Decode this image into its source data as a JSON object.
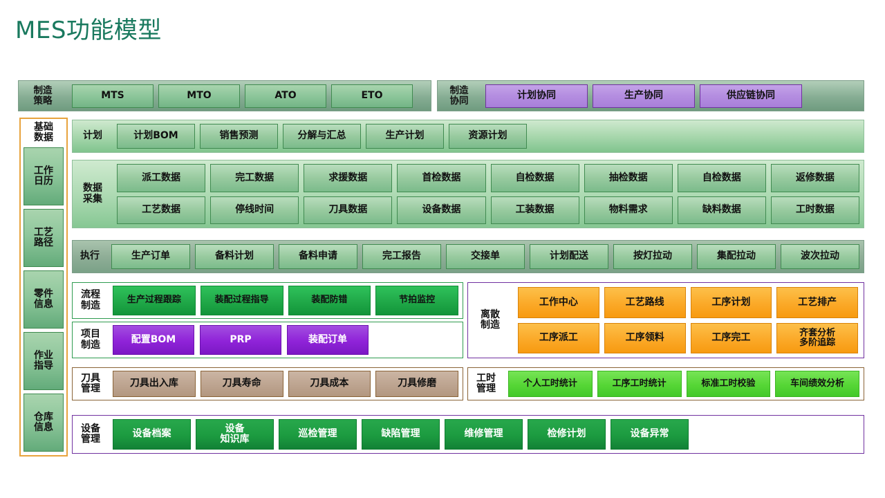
{
  "page": {
    "title": "MES功能模型",
    "title_color": "#19795e"
  },
  "strategy_band": {
    "label": "制造\n策略",
    "items": [
      {
        "label": "MTS"
      },
      {
        "label": "MTO"
      },
      {
        "label": "ATO"
      },
      {
        "label": "ETO"
      }
    ]
  },
  "collaboration_band": {
    "label": "制造\n协同",
    "items": [
      {
        "label": "计划协同"
      },
      {
        "label": "生产协同"
      },
      {
        "label": "供应链协同"
      }
    ]
  },
  "sidebar": {
    "header": "基础\n数据",
    "items": [
      {
        "label": "工作\n日历"
      },
      {
        "label": "工艺\n路径"
      },
      {
        "label": "零件\n信息"
      },
      {
        "label": "作业\n指导"
      },
      {
        "label": "仓库\n信息"
      }
    ]
  },
  "sections": {
    "plan": {
      "label": "计划",
      "rows": [
        [
          {
            "label": "计划BOM"
          },
          {
            "label": "销售预测"
          },
          {
            "label": "分解与汇总"
          },
          {
            "label": "生产计划"
          },
          {
            "label": "资源计划"
          }
        ]
      ]
    },
    "collect": {
      "label": "数据\n采集",
      "rows": [
        [
          {
            "label": "派工数据"
          },
          {
            "label": "完工数据"
          },
          {
            "label": "求援数据"
          },
          {
            "label": "首检数据"
          },
          {
            "label": "自检数据"
          },
          {
            "label": "抽检数据"
          },
          {
            "label": "自检数据"
          },
          {
            "label": "返修数据"
          }
        ],
        [
          {
            "label": "工艺数据"
          },
          {
            "label": "停线时间"
          },
          {
            "label": "刀具数据"
          },
          {
            "label": "设备数据"
          },
          {
            "label": "工装数据"
          },
          {
            "label": "物料需求"
          },
          {
            "label": "缺料数据"
          },
          {
            "label": "工时数据"
          }
        ]
      ]
    },
    "execute": {
      "label": "执行",
      "rows": [
        [
          {
            "label": "生产订单"
          },
          {
            "label": "备料计划"
          },
          {
            "label": "备料申请"
          },
          {
            "label": "完工报告"
          },
          {
            "label": "交接单"
          },
          {
            "label": "计划配送"
          },
          {
            "label": "按灯拉动"
          },
          {
            "label": "集配拉动"
          },
          {
            "label": "波次拉动"
          }
        ]
      ]
    },
    "process_mfg": {
      "label": "流程\n制造",
      "rows": [
        [
          {
            "label": "生产过程跟踪"
          },
          {
            "label": "装配过程指导"
          },
          {
            "label": "装配防错"
          },
          {
            "label": "节拍监控"
          }
        ]
      ]
    },
    "project_mfg": {
      "label": "项目\n制造",
      "rows": [
        [
          {
            "label": "配置BOM"
          },
          {
            "label": "PRP"
          },
          {
            "label": "装配订单"
          }
        ]
      ]
    },
    "discrete_mfg": {
      "label": "离散\n制造",
      "rows": [
        [
          {
            "label": "工作中心"
          },
          {
            "label": "工艺路线"
          },
          {
            "label": "工序计划"
          },
          {
            "label": "工艺排产"
          }
        ],
        [
          {
            "label": "工序派工"
          },
          {
            "label": "工序领料"
          },
          {
            "label": "工序完工"
          },
          {
            "label": "齐套分析\n多阶追踪"
          }
        ]
      ]
    },
    "tool_mgmt": {
      "label": "刀具\n管理",
      "rows": [
        [
          {
            "label": "刀具出入库"
          },
          {
            "label": "刀具寿命"
          },
          {
            "label": "刀具成本"
          },
          {
            "label": "刀具修磨"
          }
        ]
      ]
    },
    "labor_mgmt": {
      "label": "工时\n管理",
      "rows": [
        [
          {
            "label": "个人工时统计"
          },
          {
            "label": "工序工时统计"
          },
          {
            "label": "标准工时校验"
          },
          {
            "label": "车间绩效分析"
          }
        ]
      ]
    },
    "equip_mgmt": {
      "label": "设备\n管理",
      "rows": [
        [
          {
            "label": "设备档案"
          },
          {
            "label": "设备\n知识库"
          },
          {
            "label": "巡检管理"
          },
          {
            "label": "缺陷管理"
          },
          {
            "label": "维修管理"
          },
          {
            "label": "检修计划"
          },
          {
            "label": "设备异常"
          }
        ]
      ]
    }
  },
  "palette": {
    "title_green": "#19795e",
    "sidebar_border_orange": "#e8a33d",
    "purple": "#7030a0",
    "brown": "#8a6336",
    "green_border": "#2e9b4f",
    "orange_chip": "#fba928",
    "bright_green_chip": "#56d636",
    "dark_green_chip": "#1c9b40"
  }
}
